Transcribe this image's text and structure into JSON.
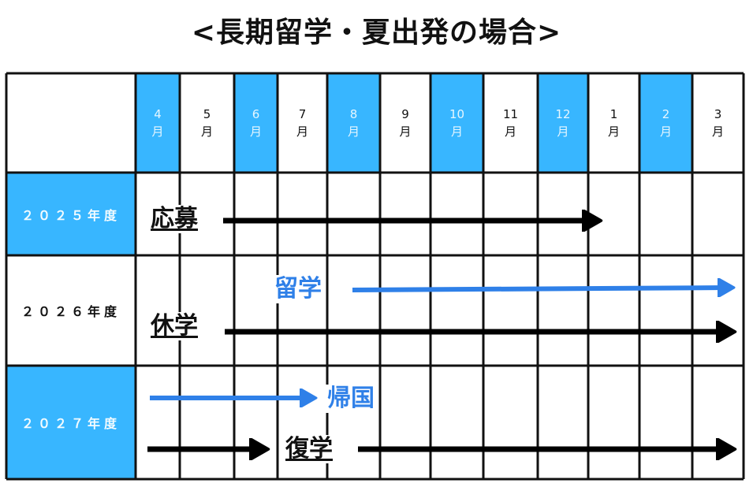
{
  "title": "<長期留学・夏出発の場合>",
  "months": [
    {
      "num": "4",
      "unit": "月",
      "highlight": true
    },
    {
      "num": "5",
      "unit": "月",
      "highlight": false
    },
    {
      "num": "6",
      "unit": "月",
      "highlight": true
    },
    {
      "num": "7",
      "unit": "月",
      "highlight": false
    },
    {
      "num": "8",
      "unit": "月",
      "highlight": true
    },
    {
      "num": "9",
      "unit": "月",
      "highlight": false
    },
    {
      "num": "10",
      "unit": "月",
      "highlight": true
    },
    {
      "num": "11",
      "unit": "月",
      "highlight": false
    },
    {
      "num": "12",
      "unit": "月",
      "highlight": true
    },
    {
      "num": "1",
      "unit": "月",
      "highlight": false
    },
    {
      "num": "2",
      "unit": "月",
      "highlight": true
    },
    {
      "num": "3",
      "unit": "月",
      "highlight": false
    }
  ],
  "years": [
    {
      "label": "２０２５年度",
      "highlight": true
    },
    {
      "label": "２０２６年度",
      "highlight": false
    },
    {
      "label": "２０２７年度",
      "highlight": true
    }
  ],
  "labels": {
    "apply": "応募",
    "study_abroad": "留学",
    "leave": "休学",
    "return_home": "帰国",
    "reinstate": "復学"
  },
  "colors": {
    "cell_blue": "#38b6ff",
    "arrow_blue": "#2f80e8",
    "arrow_black": "#000000"
  }
}
